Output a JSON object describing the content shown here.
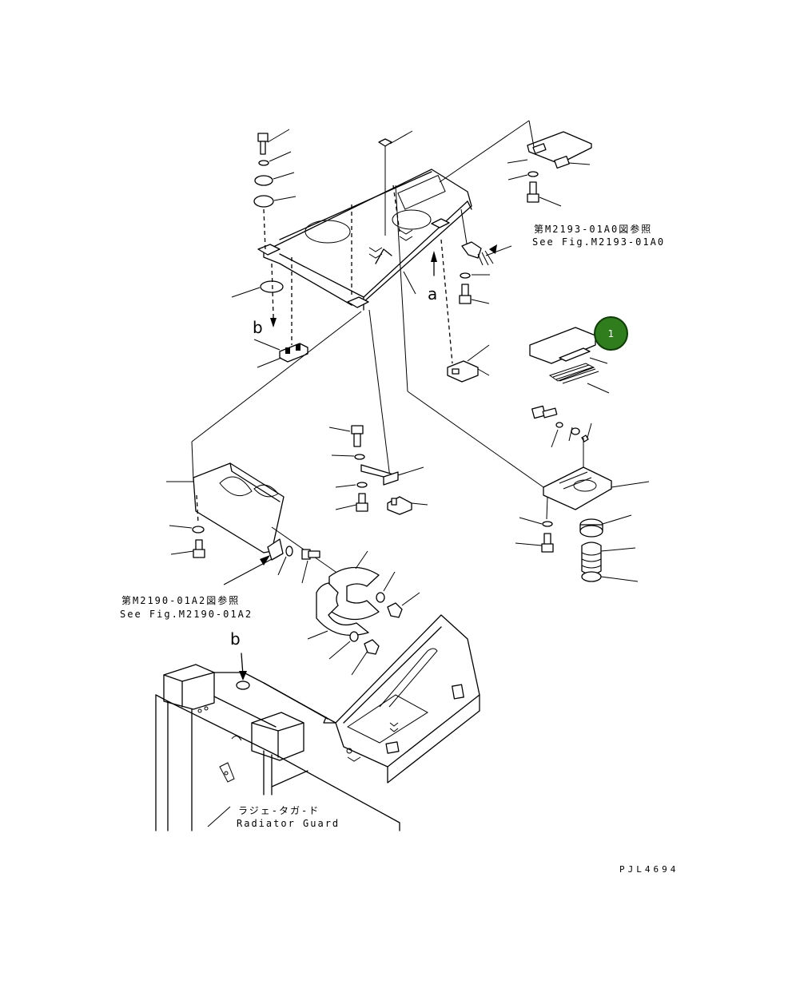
{
  "references": {
    "upper_right_jp": "第M2193-01A0図参照",
    "upper_right_en": "See Fig.M2193-01A0",
    "left_jp": "第M2190-01A2図参照",
    "left_en": "See Fig.M2190-01A2"
  },
  "component": {
    "jp": "ラジェ-タガ-ド",
    "en": "Radiator Guard"
  },
  "markers": {
    "a": "a",
    "b_top": "b",
    "b_bottom": "b"
  },
  "callout": {
    "number": "1",
    "color": "#2f7d1c"
  },
  "drawing_id": "PJL4694"
}
